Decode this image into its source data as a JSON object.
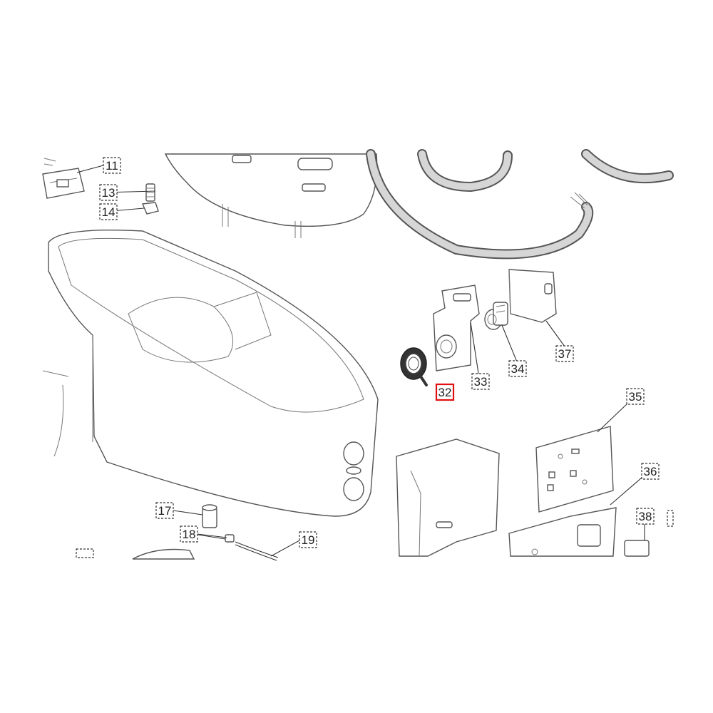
{
  "diagram": {
    "parts": [
      {
        "id": "p11",
        "number": "11"
      },
      {
        "id": "p13",
        "number": "13"
      },
      {
        "id": "p14",
        "number": "14"
      },
      {
        "id": "p17",
        "number": "17"
      },
      {
        "id": "p18",
        "number": "18"
      },
      {
        "id": "p19",
        "number": "19"
      },
      {
        "id": "p32",
        "number": "32",
        "highlighted": true,
        "highlight_color": "#e01010"
      },
      {
        "id": "p33",
        "number": "33"
      },
      {
        "id": "p34",
        "number": "34"
      },
      {
        "id": "p35",
        "number": "35"
      },
      {
        "id": "p36",
        "number": "36"
      },
      {
        "id": "p37",
        "number": "37"
      },
      {
        "id": "p38",
        "number": "38"
      }
    ]
  }
}
